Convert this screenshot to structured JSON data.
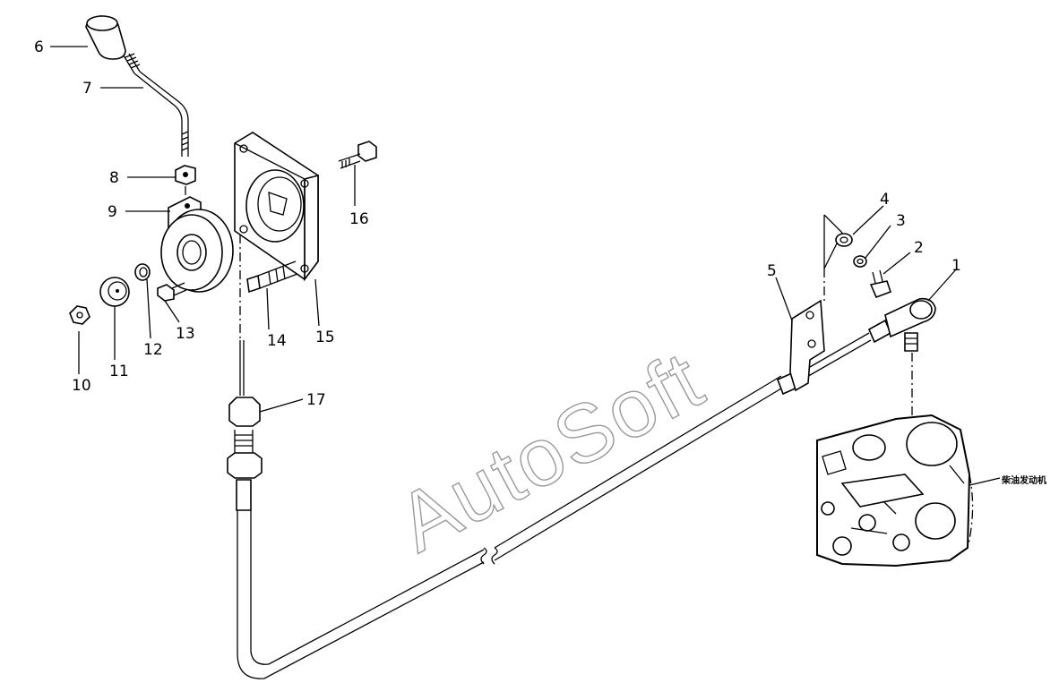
{
  "diagram": {
    "callouts": [
      {
        "id": "1",
        "label": "1"
      },
      {
        "id": "2",
        "label": "2"
      },
      {
        "id": "3",
        "label": "3"
      },
      {
        "id": "4",
        "label": "4"
      },
      {
        "id": "5",
        "label": "5"
      },
      {
        "id": "6",
        "label": "6"
      },
      {
        "id": "7",
        "label": "7"
      },
      {
        "id": "8",
        "label": "8"
      },
      {
        "id": "9",
        "label": "9"
      },
      {
        "id": "10",
        "label": "10"
      },
      {
        "id": "11",
        "label": "11"
      },
      {
        "id": "12",
        "label": "12"
      },
      {
        "id": "13",
        "label": "13"
      },
      {
        "id": "14",
        "label": "14"
      },
      {
        "id": "15",
        "label": "15"
      },
      {
        "id": "16",
        "label": "16"
      },
      {
        "id": "17",
        "label": "17"
      }
    ],
    "engine_label": "柴油发动机",
    "watermark": "AutoSoft"
  }
}
